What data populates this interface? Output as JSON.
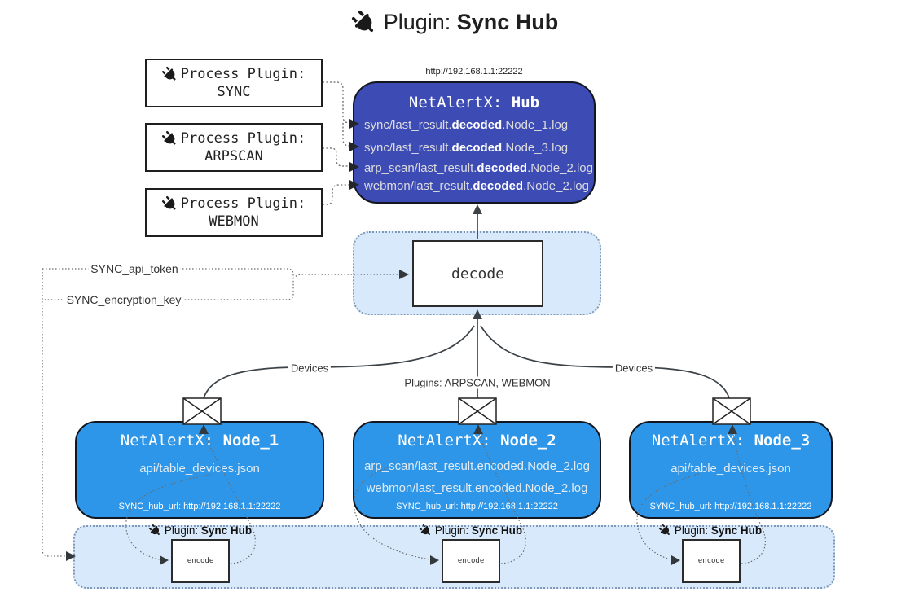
{
  "title": {
    "prefix": "Plugin: ",
    "bold": "Sync Hub"
  },
  "process_plugins": [
    {
      "label": "Process Plugin:",
      "name": "SYNC"
    },
    {
      "label": "Process Plugin:",
      "name": "ARPSCAN"
    },
    {
      "label": "Process Plugin:",
      "name": "WEBMON"
    }
  ],
  "hub": {
    "url_label": "http://192.168.1.1:22222",
    "name_prefix": "NetAlertX: ",
    "name_bold": "Hub",
    "log_lines": [
      {
        "pre": "sync/last_result.",
        "bold": "decoded",
        "post": ".Node_1.log"
      },
      {
        "pre": "sync/last_result.",
        "bold": "decoded",
        "post": ".Node_3.log"
      },
      {
        "pre": "arp_scan/last_result.",
        "bold": "decoded",
        "post": ".Node_2.log"
      },
      {
        "pre": "webmon/last_result.",
        "bold": "decoded",
        "post": ".Node_2.log"
      }
    ]
  },
  "decode": {
    "label": "decode"
  },
  "keys": {
    "api_token": "SYNC_api_token",
    "encryption_key": "SYNC_encryption_key"
  },
  "edges": {
    "devices_left": "Devices",
    "devices_right": "Devices",
    "plugins_center": "Plugins: ARPSCAN, WEBMON"
  },
  "nodes": [
    {
      "name_prefix": "NetAlertX: ",
      "name_bold": "Node_1",
      "files": [
        "api/table_devices.json"
      ],
      "hub_url": "SYNC_hub_url: http://192.168.1.1:22222"
    },
    {
      "name_prefix": "NetAlertX: ",
      "name_bold": "Node_2",
      "files": [
        "arp_scan/last_result.encoded.Node_2.log",
        "webmon/last_result.encoded.Node_2.log"
      ],
      "hub_url": "SYNC_hub_url: http://192.168.1.1:22222"
    },
    {
      "name_prefix": "NetAlertX: ",
      "name_bold": "Node_3",
      "files": [
        "api/table_devices.json"
      ],
      "hub_url": "SYNC_hub_url: http://192.168.1.1:22222"
    }
  ],
  "encoders": [
    {
      "plugin_prefix": "Plugin: ",
      "plugin_bold": "Sync Hub",
      "box_label": "encode"
    },
    {
      "plugin_prefix": "Plugin: ",
      "plugin_bold": "Sync Hub",
      "box_label": "encode"
    },
    {
      "plugin_prefix": "Plugin: ",
      "plugin_bold": "Sync Hub",
      "box_label": "encode"
    }
  ],
  "colors": {
    "hub_fill": "#3D4BB5",
    "node_fill": "#2E96E8",
    "container_fill": "#D8E9FB",
    "container_border": "#7E99B8",
    "line": "#3B4248",
    "dotted": "#6A6A6A"
  }
}
